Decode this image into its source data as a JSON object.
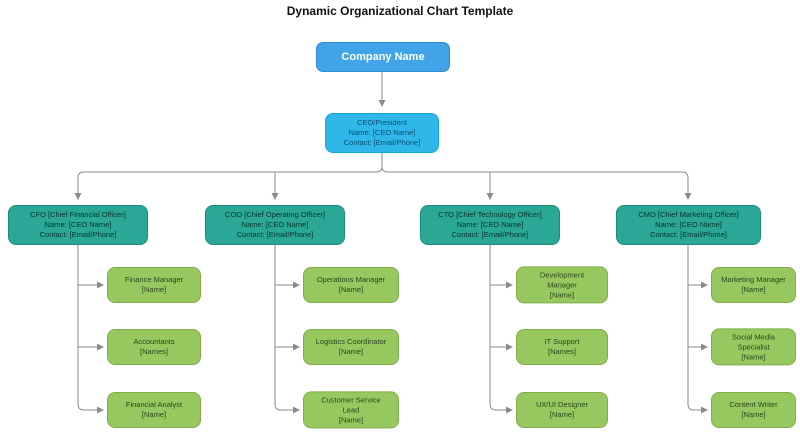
{
  "title": "Dynamic Organizational Chart Template",
  "colors": {
    "company_fill": "#41a3e8",
    "ceo_fill": "#2fb7e9",
    "executive_fill": "#2aa795",
    "report_fill": "#97c85f",
    "connector": "#8a8a8a"
  },
  "org": {
    "company": {
      "label": "Company Name"
    },
    "ceo": {
      "title": "CEO/President",
      "name": "Name: [CEO Name]",
      "contact": "Contact: [Email/Phone]"
    },
    "executives": [
      {
        "title": "CFO [Chief Financial Officer]",
        "name": "Name: [CEO Name]",
        "contact": "Contact: [Email/Phone]",
        "reports": [
          {
            "role": "Finance Manager",
            "holder": "[Name]"
          },
          {
            "role": "Accountants",
            "holder": "[Names]"
          },
          {
            "role": "Financial Analyst",
            "holder": "[Name]"
          }
        ]
      },
      {
        "title": "COO [Chief Operating Officer]",
        "name": "Name: [CEO Name]",
        "contact": "Contact: [Email/Phone]",
        "reports": [
          {
            "role": "Operations Manager",
            "holder": "[Name]"
          },
          {
            "role": "Logistics Coordinator",
            "holder": "[Name]"
          },
          {
            "role": "Customer Service\nLead",
            "holder": "[Name]"
          }
        ]
      },
      {
        "title": "CTO [Chief Technology Officer]",
        "name": "Name: [CEO Name]",
        "contact": "Contact: [Email/Phone]",
        "reports": [
          {
            "role": "Development\nManager",
            "holder": "[Name]"
          },
          {
            "role": "IT Support",
            "holder": "[Names]"
          },
          {
            "role": "UX/UI Designer",
            "holder": "[Name]"
          }
        ]
      },
      {
        "title": "CMO [Chief Marketing Officer]",
        "name": "Name: [CEO Name]",
        "contact": "Contact: [Email/Phone]",
        "reports": [
          {
            "role": "Marketing Manager",
            "holder": "[Name]"
          },
          {
            "role": "Social Media\nSpecialist",
            "holder": "[Name]"
          },
          {
            "role": "Content Writer",
            "holder": "[Name]"
          }
        ]
      }
    ]
  }
}
